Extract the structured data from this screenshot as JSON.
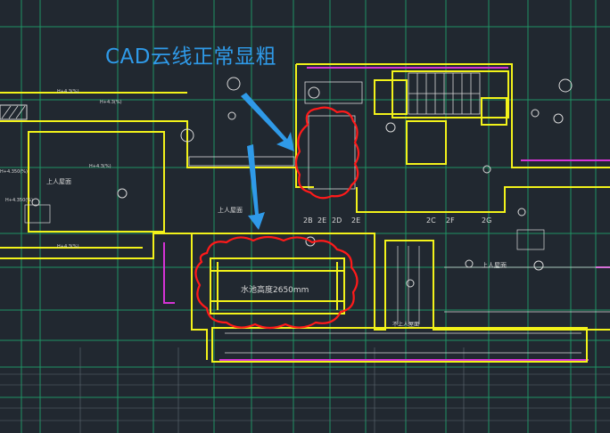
{
  "annotation": {
    "title": "CAD云线正常显粗",
    "colors": {
      "arrow": "#2f9ae8",
      "cloud": "#ff1a1a"
    }
  },
  "drawing": {
    "colors": {
      "background": "#212830",
      "wall": "#f2f21a",
      "grid": "#1fa56e",
      "detail": "#d9d9d9",
      "magenta": "#d633d6",
      "grid_label": "#7fdcdc"
    },
    "labels": {
      "roof_access_left": "上人屋面",
      "roof_access_mid": "上人屋面",
      "roof_access_right": "上人屋面",
      "pool_depth": "水池高度2650mm",
      "no_access": "不上人屋面",
      "elev_top_1": "H+4.3(%)",
      "elev_top_2": "H+4.3(%)",
      "elev_mid_left": "H+4.3(%)",
      "elev_left_1": "H+4.350(%)",
      "elev_left_2": "H+4.350(%)",
      "elev_left_3": "H+4.3(%)"
    },
    "grid_marks": [
      "2B",
      "2E",
      "2D",
      "2E",
      "2C",
      "2F",
      "2G"
    ]
  }
}
